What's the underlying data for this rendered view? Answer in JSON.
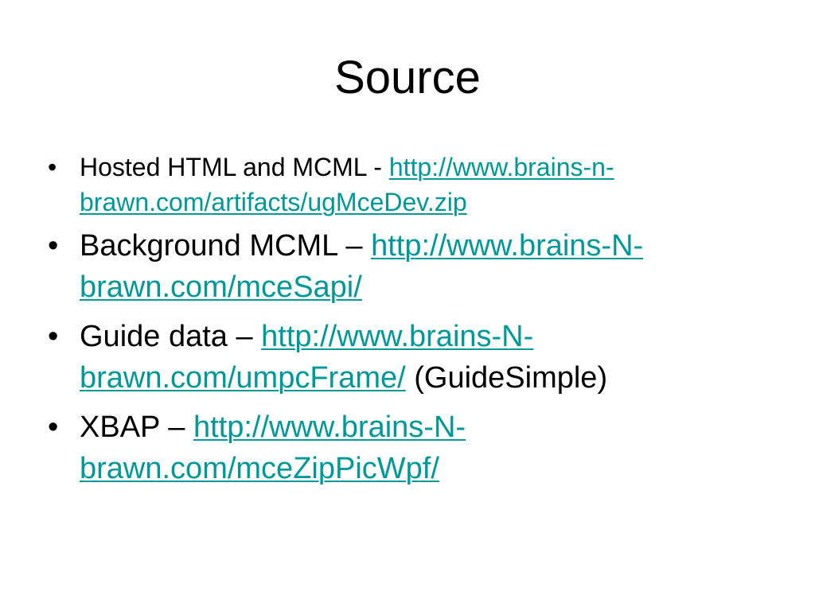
{
  "slide": {
    "title": "Source",
    "bullet_glyph": "•",
    "items": [
      {
        "label": "Hosted HTML and MCML - ",
        "link_line1": "http://www.brains-n-",
        "link_line2": "brawn.com/artifacts/ugMceDev.zip",
        "suffix": ""
      },
      {
        "label": "Background MCML – ",
        "link_line1": "http://www.brains-N-",
        "link_line2": "brawn.com/mceSapi/",
        "suffix": ""
      },
      {
        "label": "Guide data – ",
        "link_line1": "http://www.brains-N-",
        "link_line2": "brawn.com/umpcFrame/",
        "suffix": " (GuideSimple)"
      },
      {
        "label": "XBAP – ",
        "link_line1": "http://www.brains-N-",
        "link_line2": "brawn.com/mceZipPicWpf/",
        "suffix": ""
      }
    ],
    "link_color": "#009999"
  }
}
